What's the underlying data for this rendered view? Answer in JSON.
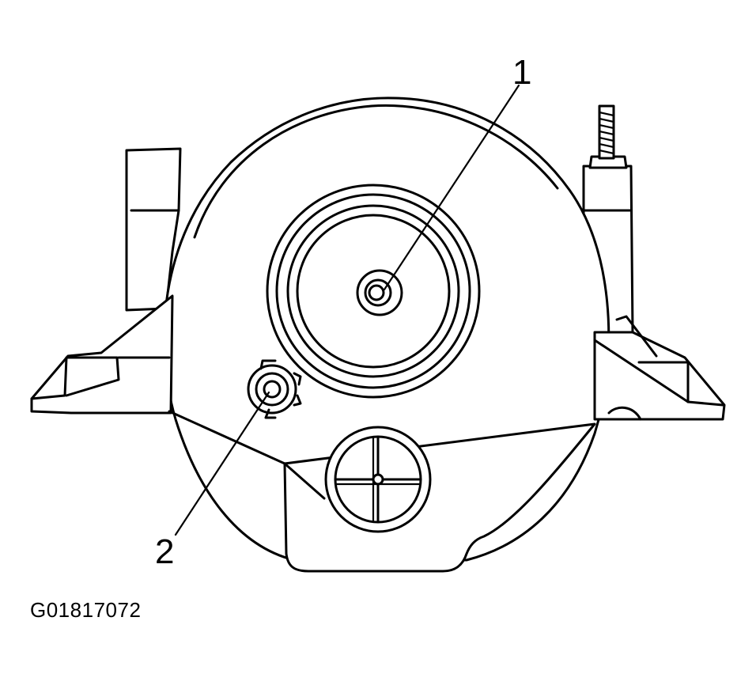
{
  "callouts": [
    {
      "label": "1"
    },
    {
      "label": "2"
    }
  ],
  "figure_id": "G01817072",
  "colors": {
    "line": "#000000",
    "background": "#ffffff"
  }
}
